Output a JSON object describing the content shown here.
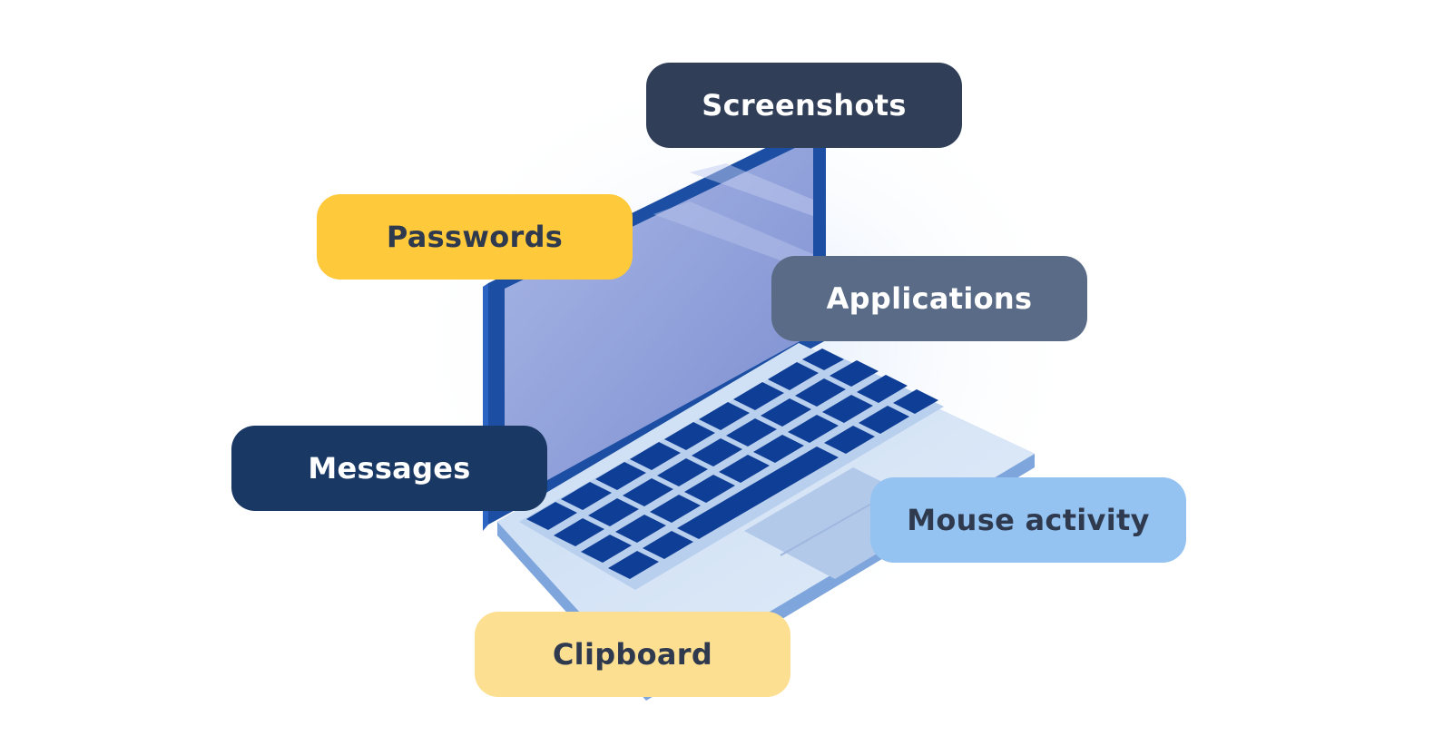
{
  "labels": {
    "screenshots": "Screenshots",
    "passwords": "Passwords",
    "applications": "Applications",
    "messages": "Messages",
    "mouse_activity": "Mouse activity",
    "clipboard": "Clipboard"
  },
  "colors": {
    "screenshots_bg": "#313e58",
    "passwords_bg": "#fec93a",
    "applications_bg": "#5a6b87",
    "messages_bg": "#1a3864",
    "mouse_activity_bg": "#94c3f2",
    "clipboard_bg": "#fddf92",
    "dark_text": "#2f3a4f",
    "light_text": "#ffffff",
    "laptop_frame": "#1c4fa3",
    "laptop_screen": "#8a9ad8",
    "laptop_body": "#d8e6f6",
    "laptop_keys": "#0f3e96"
  },
  "illustration": {
    "icon": "laptop-icon"
  }
}
